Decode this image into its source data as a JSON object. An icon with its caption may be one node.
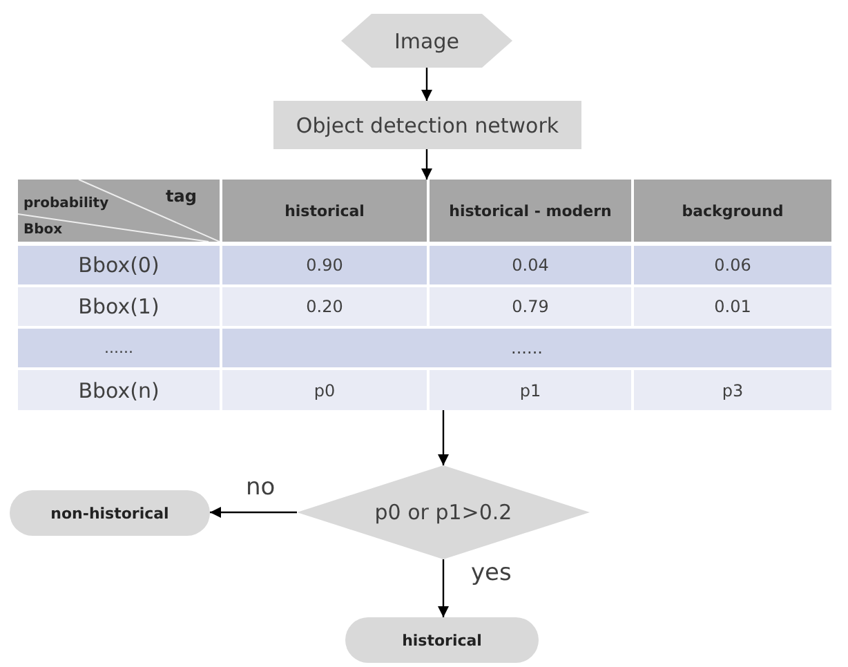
{
  "diagram": {
    "nodes": [
      {
        "text": [
          "Image"
        ]
      },
      {
        "text": [
          "Object detection network"
        ]
      },
      {
        "text": [
          "tag",
          "probability",
          "Bbox",
          "historical",
          "historical - modern",
          "background",
          "Bbox(0)",
          "0.90",
          "0.04",
          "0.06",
          "Bbox(1)",
          "0.20",
          "0.79",
          "0.01",
          "......",
          "......",
          "Bbox(n)",
          "p0",
          "p1",
          "p3"
        ]
      },
      {
        "text": [
          "p0 or p1>0.2"
        ]
      },
      {
        "text": [
          "non-historical"
        ]
      },
      {
        "text": [
          "historical"
        ]
      }
    ],
    "edges": [
      {
        "from": 0,
        "to": 1,
        "arrow": "to"
      },
      {
        "from": 1,
        "to": 2,
        "arrow": "to"
      },
      {
        "from": 2,
        "to": 3,
        "arrow": "to"
      },
      {
        "from": 3,
        "to": 4,
        "arrow": "to",
        "label": "no"
      },
      {
        "from": 3,
        "to": 5,
        "arrow": "to",
        "label": "yes"
      }
    ]
  }
}
